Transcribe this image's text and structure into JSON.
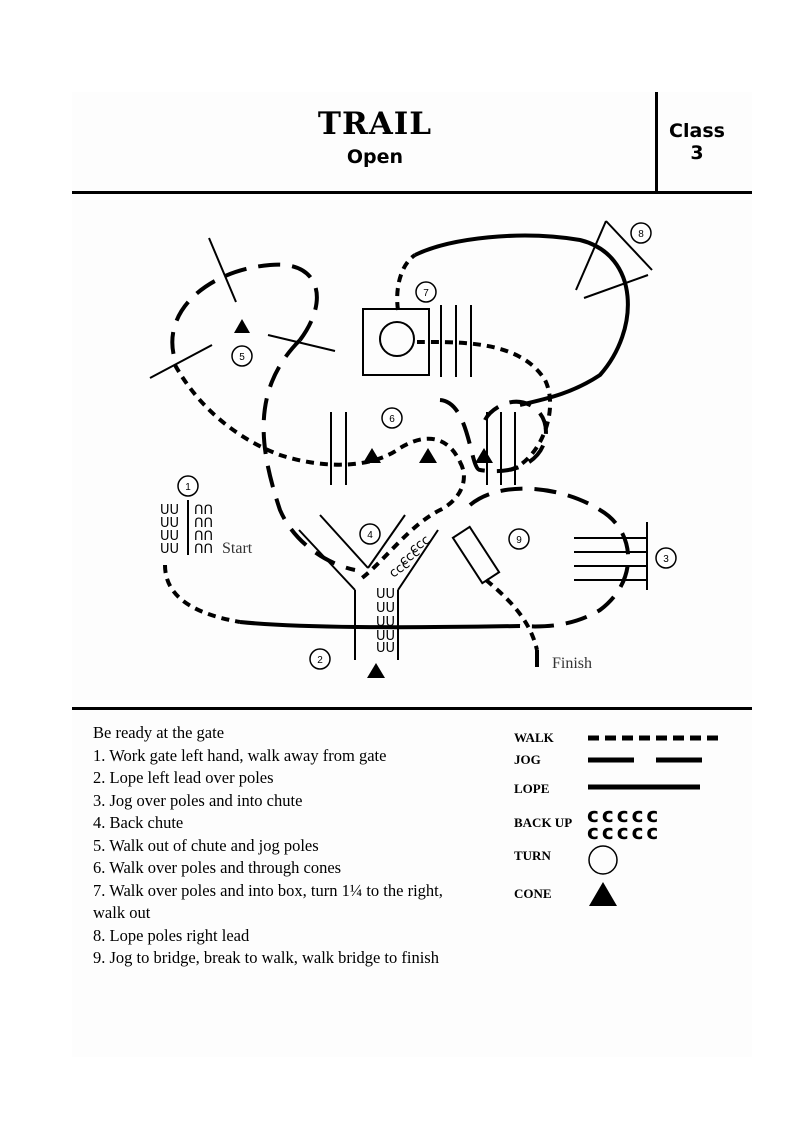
{
  "header": {
    "title": "TRAIL",
    "subtitle": "Open",
    "class_word": "Class",
    "class_number": "3"
  },
  "map": {
    "start_label": "Start",
    "finish_label": "Finish",
    "markers": [
      "1",
      "2",
      "3",
      "4",
      "5",
      "6",
      "7",
      "8",
      "9"
    ]
  },
  "instructions": [
    "Be ready at the gate",
    "1. Work gate left hand, walk away from gate",
    "2. Lope left lead over poles",
    "3. Jog over poles and into chute",
    "4. Back chute",
    "5. Walk out of chute and jog poles",
    "6. Walk over poles and through cones",
    "7. Walk over poles and into box, turn 1¼ to the right,",
    "walk out",
    "8. Lope poles right lead",
    "9. Jog to bridge, break to walk, walk bridge to finish"
  ],
  "legend": {
    "walk": "WALK",
    "jog": "JOG",
    "lope": "LOPE",
    "back_up": "BACK UP",
    "turn": "TURN",
    "cone": "CONE"
  }
}
